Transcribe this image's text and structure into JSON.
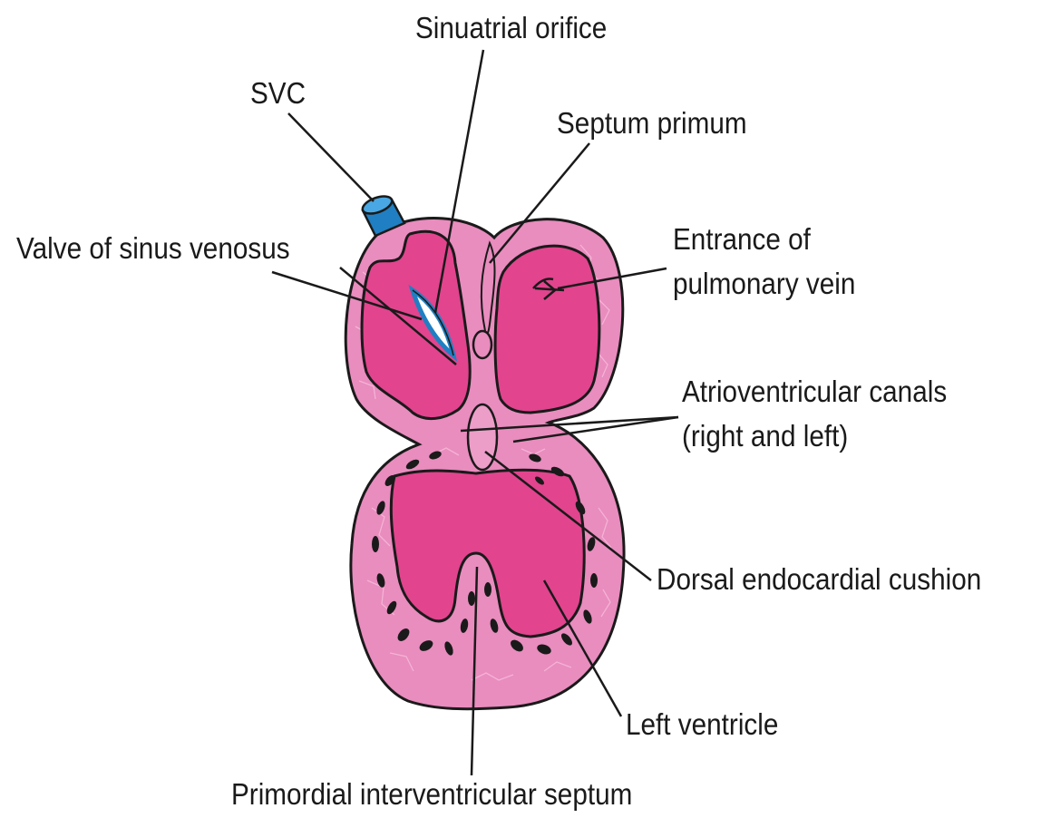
{
  "colors": {
    "wall": "#e98cbe",
    "chamber": "#e2448e",
    "outline": "#1a1a1a",
    "vessel": "#1f7fc2",
    "valve_fill": "#ffffff",
    "texture": "#f0a4cc"
  },
  "labels": {
    "sinuatrial_orifice": "Sinuatrial orifice",
    "svc": "SVC",
    "septum_primum": "Septum primum",
    "valve_sinus_venosus": "Valve of sinus venosus",
    "entrance_pulmonary_line1": "Entrance of",
    "entrance_pulmonary_line2": "pulmonary vein",
    "av_canals_line1": "Atrioventricular canals",
    "av_canals_line2": "(right and left)",
    "dorsal_cushion": "Dorsal endocardial cushion",
    "left_ventricle": "Left ventricle",
    "primordial_septum": "Primordial interventricular septum"
  }
}
